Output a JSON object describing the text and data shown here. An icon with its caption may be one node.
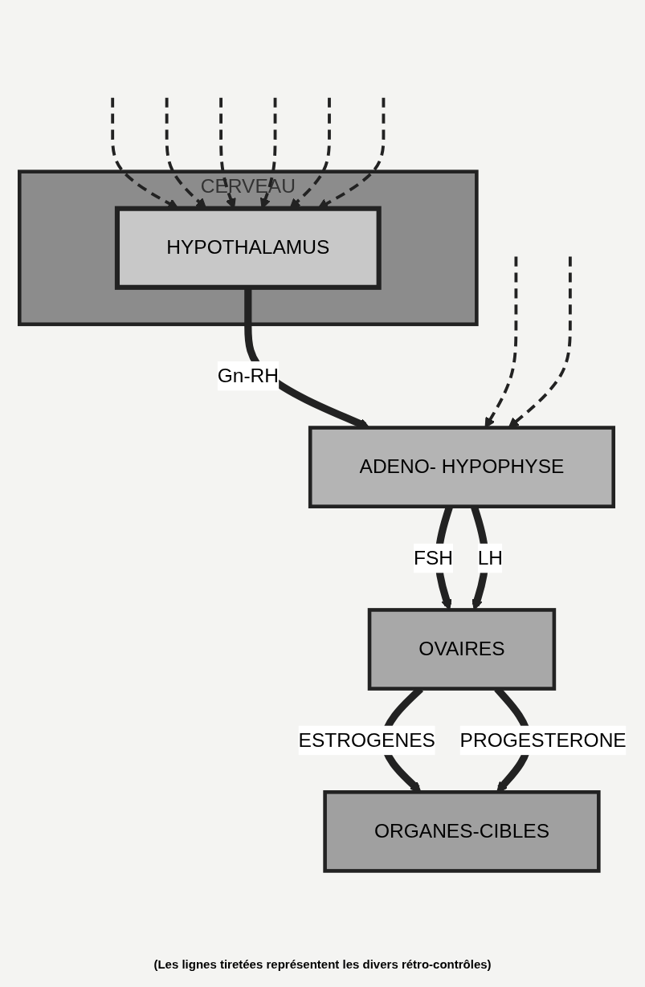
{
  "diagram": {
    "caption": "(Les lignes tiretées représentent les divers rétro-contrôles)",
    "nodes": [
      {
        "text": [
          "CERVEAU"
        ]
      },
      {
        "text": [
          "HYPOTHALAMUS"
        ],
        "in": 0
      },
      {
        "text": [
          "ADENO- HYPOPHYSE"
        ]
      },
      {
        "text": [
          "OVAIRES"
        ]
      },
      {
        "text": [
          "ORGANES-CIBLES"
        ]
      }
    ],
    "edges": [
      {
        "from": 1,
        "to": 2,
        "arrow": "to",
        "label": "Gn-RH",
        "style": "thick"
      },
      {
        "from": 2,
        "to": 3,
        "arrow": "to",
        "label": "FSH",
        "style": "thick"
      },
      {
        "from": 2,
        "to": 3,
        "arrow": "to",
        "label": "LH",
        "style": "thick"
      },
      {
        "from": 3,
        "to": 4,
        "arrow": "to",
        "label": "ESTROGENES",
        "style": "thick"
      },
      {
        "from": 3,
        "to": 4,
        "arrow": "to",
        "label": "PROGESTERONE",
        "style": "thick"
      },
      {
        "from": null,
        "to": 1,
        "arrow": "to",
        "style": "dashed"
      },
      {
        "from": null,
        "to": 1,
        "arrow": "to",
        "style": "dashed"
      },
      {
        "from": null,
        "to": 1,
        "arrow": "to",
        "style": "dashed"
      },
      {
        "from": null,
        "to": 1,
        "arrow": "to",
        "style": "dashed"
      },
      {
        "from": null,
        "to": 1,
        "arrow": "to",
        "style": "dashed"
      },
      {
        "from": null,
        "to": 2,
        "arrow": "to",
        "style": "dashed"
      },
      {
        "from": null,
        "to": 1,
        "arrow": "to",
        "style": "dashed"
      },
      {
        "from": null,
        "to": 2,
        "arrow": "to",
        "style": "dashed"
      }
    ]
  }
}
